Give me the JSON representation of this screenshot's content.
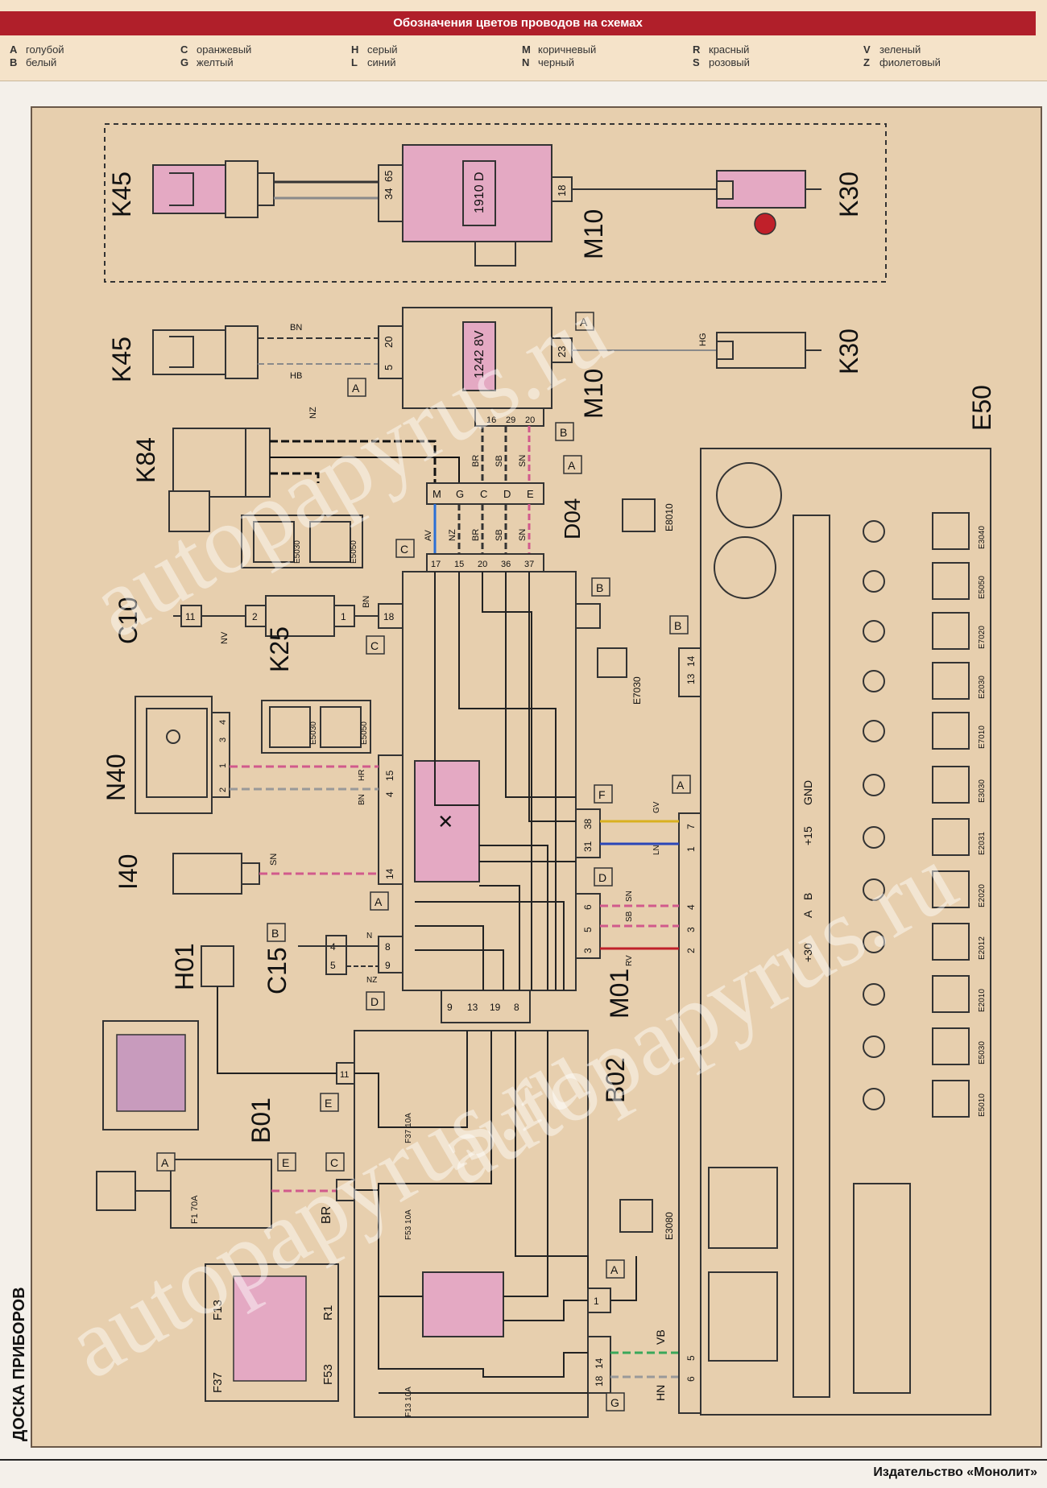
{
  "legend": {
    "title": "Обозначения цветов проводов на схемах",
    "items": [
      {
        "code": "A",
        "name": "голубой"
      },
      {
        "code": "B",
        "name": "белый"
      },
      {
        "code": "C",
        "name": "оранжевый"
      },
      {
        "code": "G",
        "name": "желтый"
      },
      {
        "code": "H",
        "name": "серый"
      },
      {
        "code": "L",
        "name": "синий"
      },
      {
        "code": "M",
        "name": "коричневый"
      },
      {
        "code": "N",
        "name": "черный"
      },
      {
        "code": "R",
        "name": "красный"
      },
      {
        "code": "S",
        "name": "розовый"
      },
      {
        "code": "V",
        "name": "зеленый"
      },
      {
        "code": "Z",
        "name": "фиолетовый"
      }
    ]
  },
  "section_title": "ДОСКА ПРИБОРОВ",
  "publisher": "Издательство «Монолит»",
  "watermark": "autopapyrus.ru",
  "components": {
    "K45a": "K45",
    "M10a": "M10",
    "K30a": "K30",
    "ecu_a": "1910 D",
    "K45b": "K45",
    "M10b": "M10",
    "K30b": "K30",
    "ecu_b": "1242 8V",
    "K84": "K84",
    "D04": "D04",
    "C10": "C10",
    "K25": "K25",
    "N40": "N40",
    "I40": "I40",
    "H01": "H01",
    "C15": "C15",
    "M01": "M01",
    "B01": "B01",
    "B02": "B02",
    "E50": "E50",
    "E8010": "E8010",
    "E7030": "E7030",
    "E3080": "E3080",
    "F1": "F1",
    "F13": "F13",
    "F37": "F37",
    "F53": "F53",
    "R1": "R1"
  },
  "pins": {
    "m10a_l": [
      "34",
      "65"
    ],
    "m10a_r": "18",
    "m10b_l": [
      "5",
      "20"
    ],
    "m10b_r": "23",
    "m10b_b": [
      "16",
      "29",
      "20"
    ],
    "d04": [
      "M",
      "G",
      "C",
      "D",
      "E"
    ],
    "d04_wires_top": [
      "NZ",
      "BR",
      "SB",
      "SN"
    ],
    "d04_wires_bot": [
      "AV",
      "NZ",
      "BR",
      "SB",
      "SN"
    ],
    "m01_top": [
      "17",
      "15",
      "20",
      "36",
      "37"
    ],
    "m01_bot": [
      "9",
      "13",
      "19",
      "8"
    ],
    "m01_r": [
      "38",
      "31",
      "6",
      "5",
      "3"
    ],
    "c10_pins": [
      "11",
      "2",
      "1",
      "18"
    ],
    "k25_wire": [
      "NV",
      "BN"
    ],
    "n40_pins": [
      "4",
      "3",
      "1",
      "2"
    ],
    "n40_wire": [
      "HR",
      "BN"
    ],
    "n40_conn": [
      "15",
      "4"
    ],
    "i40_pin": "14",
    "i40_wire": "SN",
    "c15_pins": [
      "4",
      "5",
      "8",
      "9"
    ],
    "c15_wires": [
      "N",
      "NZ"
    ],
    "e50_pins": [
      "14",
      "13",
      "7",
      "1",
      "2",
      "3",
      "4",
      "5",
      "6"
    ],
    "e50_wires": [
      "GV",
      "LN",
      "SN",
      "SB",
      "RV",
      "VB",
      "HN"
    ],
    "b02_pins": [
      "11",
      "1",
      "14",
      "18"
    ],
    "b01_wire": "BR",
    "fuse_f37": "F37 10A",
    "fuse_f53": "F53 10A",
    "fuse_f13": "F13 10A",
    "fuse_f1": "F1 70A",
    "e50_labels": [
      "+15",
      "GND",
      "+30",
      "A",
      "B"
    ],
    "conn_letters": [
      "A",
      "B",
      "C",
      "D",
      "E",
      "F",
      "G"
    ],
    "k30_wire": "HG",
    "k45_wire": [
      "BN",
      "HB"
    ],
    "warning_codes": [
      "E3040",
      "E5050",
      "E7020",
      "E2030",
      "E7010",
      "E3030",
      "E2031",
      "E2020",
      "E2012",
      "E2010",
      "E5030",
      "E5010"
    ],
    "k84_codes": [
      "E5030",
      "E5050"
    ],
    "n40_codes": [
      "E5030",
      "E5050"
    ]
  }
}
